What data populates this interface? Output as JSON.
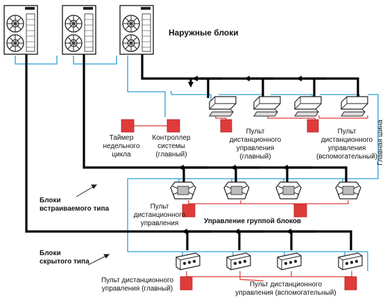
{
  "labels": {
    "outdoor_units": "Наружные блоки",
    "weekly_timer": [
      "Таймер",
      "недельного",
      "цикла"
    ],
    "system_controller": [
      "Контроллер",
      "системы",
      "(главный)"
    ],
    "remote_main_top": [
      "Пульт",
      "дистанционного",
      "управления",
      "(главный)"
    ],
    "remote_aux_top": [
      "Пульт",
      "дистанционного",
      "управления",
      "(вспомогательный)"
    ],
    "main_bus": "Главная шина",
    "embedded_units": [
      "Блоки",
      "встраиваемого типа"
    ],
    "remote_mid": [
      "Пульт",
      "дистанционного",
      "управления"
    ],
    "group_control": "Управление группой блоков",
    "concealed_units": [
      "Блоки",
      "скрытого типа"
    ],
    "remote_main_bottom": [
      "Пульт дистанционного",
      "управления (главный)"
    ],
    "remote_aux_bottom": [
      "Пульт дистанционного",
      "управления (вспомогательный)"
    ]
  },
  "colors": {
    "bus_line": "#2a9fd8",
    "control_wire": "#d93a3a",
    "controller_box": "#e03b3b",
    "refrigerant_pipe": "#000000",
    "unit_stroke": "#222222"
  },
  "icons": {
    "outdoor_unit": "outdoor-unit-icon",
    "cassette_unit": "cassette-unit-icon",
    "concealed_unit": "concealed-duct-unit-icon",
    "controller": "controller-box-icon"
  }
}
